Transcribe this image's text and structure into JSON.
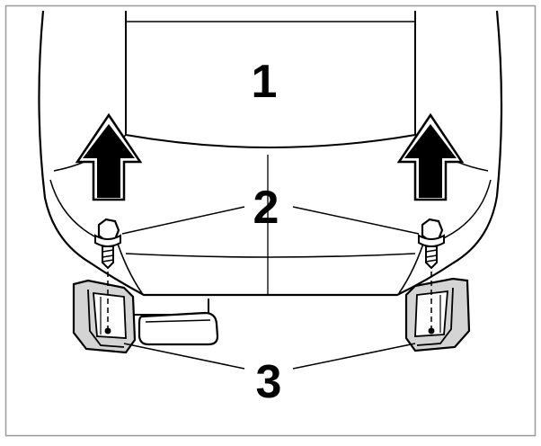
{
  "callouts": {
    "one": "1",
    "two": "2",
    "three": "3"
  },
  "colors": {
    "line": "#000000",
    "seat_fill": "#ffffff",
    "rail_shade": "#d4d4d4",
    "frame": "#9a9a9a"
  }
}
